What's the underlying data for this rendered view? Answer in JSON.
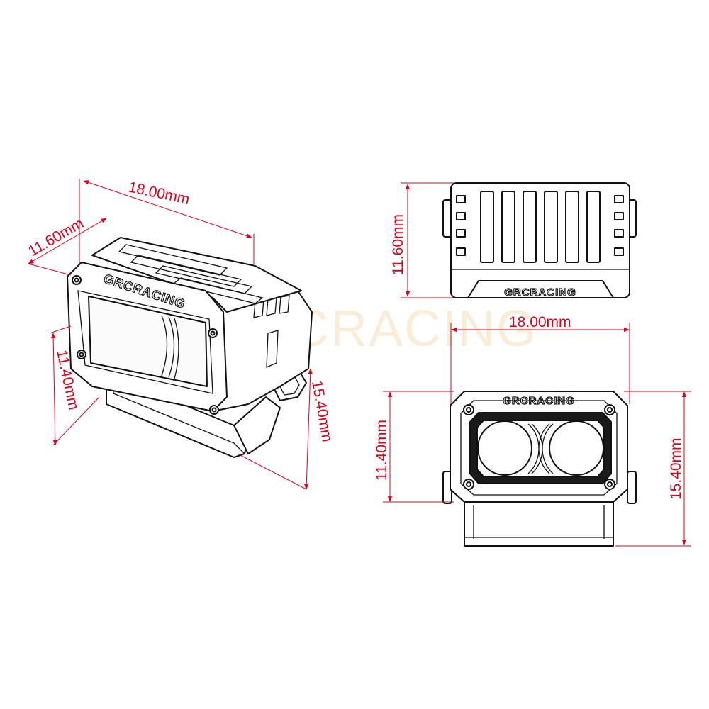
{
  "brand": {
    "logo_text": "GRCRACING",
    "watermark_text": "GRCRACING"
  },
  "iso_view": {
    "width_label": "18.00mm",
    "depth_label": "11.60mm",
    "height_label": "11.40mm",
    "total_height_label": "15.40mm"
  },
  "top_view": {
    "depth_label": "11.60mm",
    "width_label": "18.00mm"
  },
  "front_view": {
    "height_label": "11.40mm",
    "total_height_label": "15.40mm"
  },
  "colors": {
    "dimension": "#e0001a",
    "outline": "#111111",
    "watermark": "#f6d9a8"
  }
}
